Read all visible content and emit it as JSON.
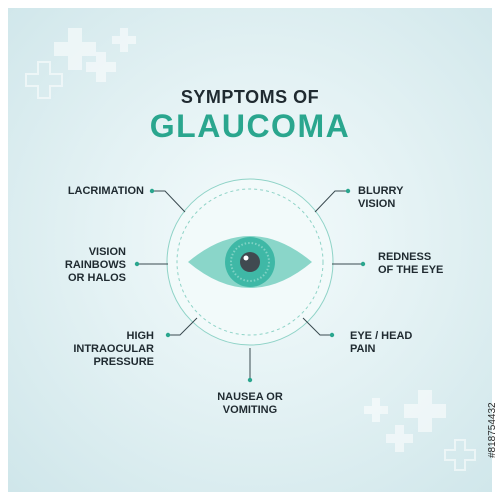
{
  "title": {
    "line1": "SYMPTOMS OF",
    "line2": "GLAUCOMA"
  },
  "symptoms": {
    "lacrimation": [
      "LACRIMATION"
    ],
    "blurry_vision": [
      "BLURRY",
      "VISION"
    ],
    "vision_rainbows": [
      "VISION",
      "RAINBOWS",
      "OR HALOS"
    ],
    "redness": [
      "REDNESS",
      "OF THE EYE"
    ],
    "high_pressure": [
      "HIGH",
      "INTRAOCULAR",
      "PRESSURE"
    ],
    "eye_head_pain": [
      "EYE / HEAD",
      "PAIN"
    ],
    "nausea": [
      "NAUSEA OR",
      "VOMITING"
    ]
  },
  "stock_id": "#818754432",
  "colors": {
    "accent": "#2aa68e",
    "iris": "#3fb8a6",
    "pupil": "#404a50",
    "text": "#1f2a30",
    "line": "#3a4a50"
  },
  "icons": [
    "medical-cross-icon",
    "eye-icon"
  ]
}
